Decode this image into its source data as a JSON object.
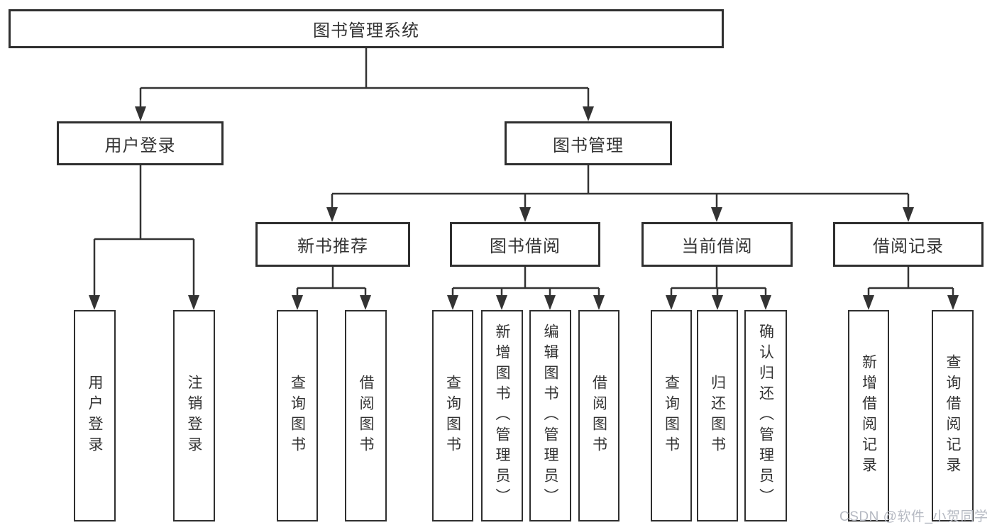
{
  "diagram": {
    "root": {
      "label": "图书管理系统"
    },
    "level2": [
      {
        "label": "用户登录"
      },
      {
        "label": "图书管理"
      }
    ],
    "level3": [
      {
        "label": "新书推荐"
      },
      {
        "label": "图书借阅"
      },
      {
        "label": "当前借阅"
      },
      {
        "label": "借阅记录"
      }
    ],
    "leaves": [
      {
        "label": "用户登录"
      },
      {
        "label": "注销登录"
      },
      {
        "label": "查询图书"
      },
      {
        "label": "借阅图书"
      },
      {
        "label": "查询图书"
      },
      {
        "label": "新增图书（管理员）"
      },
      {
        "label": "编辑图书（管理员）"
      },
      {
        "label": "借阅图书"
      },
      {
        "label": "查询图书"
      },
      {
        "label": "归还图书"
      },
      {
        "label": "确认归还（管理员）"
      },
      {
        "label": "新增借阅记录"
      },
      {
        "label": "查询借阅记录"
      }
    ]
  },
  "watermark": {
    "text": "CSDN @软件_小贺同学"
  },
  "colors": {
    "line": "#333333",
    "text": "#333333",
    "box_background": "#ffffff",
    "watermark": "#b5b9c2"
  }
}
